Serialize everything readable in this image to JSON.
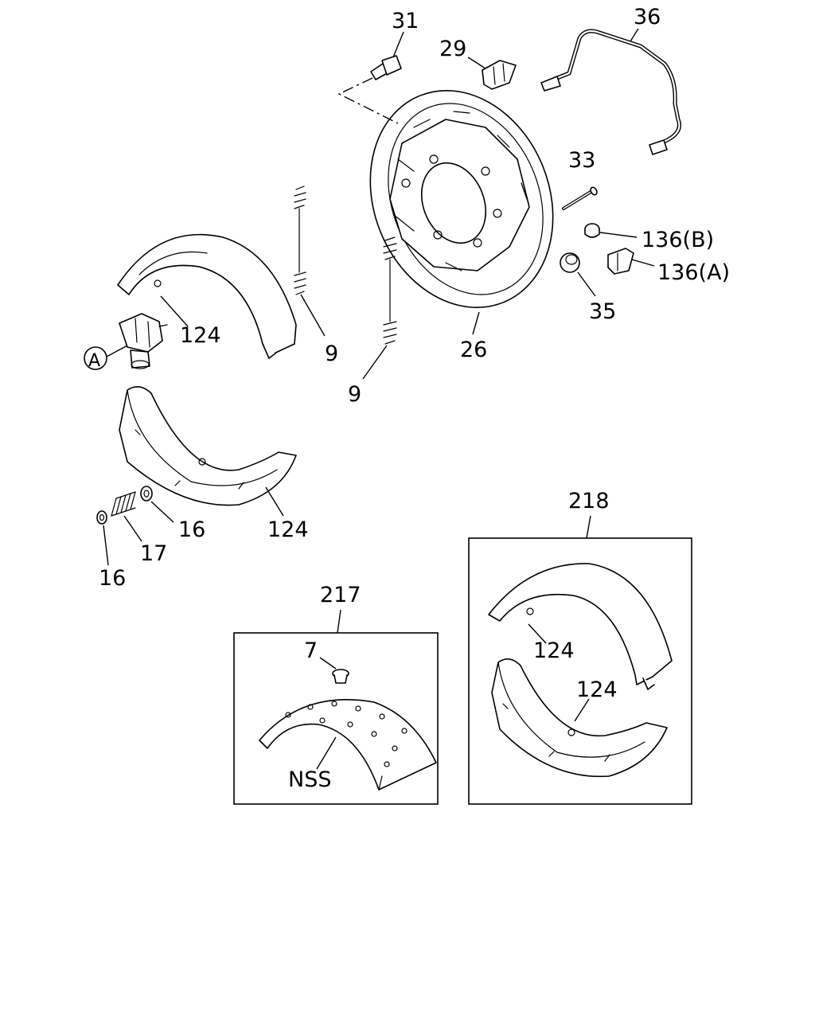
{
  "callouts": {
    "c31": "31",
    "c29": "29",
    "c36": "36",
    "c33": "33",
    "c136b": "136(B)",
    "c136a": "136(A)",
    "c35": "35",
    "c26": "26",
    "c9_upper": "9",
    "c9_lower": "9",
    "c124_upper": "124",
    "c124_lower": "124",
    "cA": "A",
    "c16_right": "16",
    "c17": "17",
    "c16_left": "16",
    "c218": "218",
    "c124_kit_upper": "124",
    "c124_kit_lower": "124",
    "c217": "217",
    "c7": "7",
    "cNSS": "NSS"
  }
}
